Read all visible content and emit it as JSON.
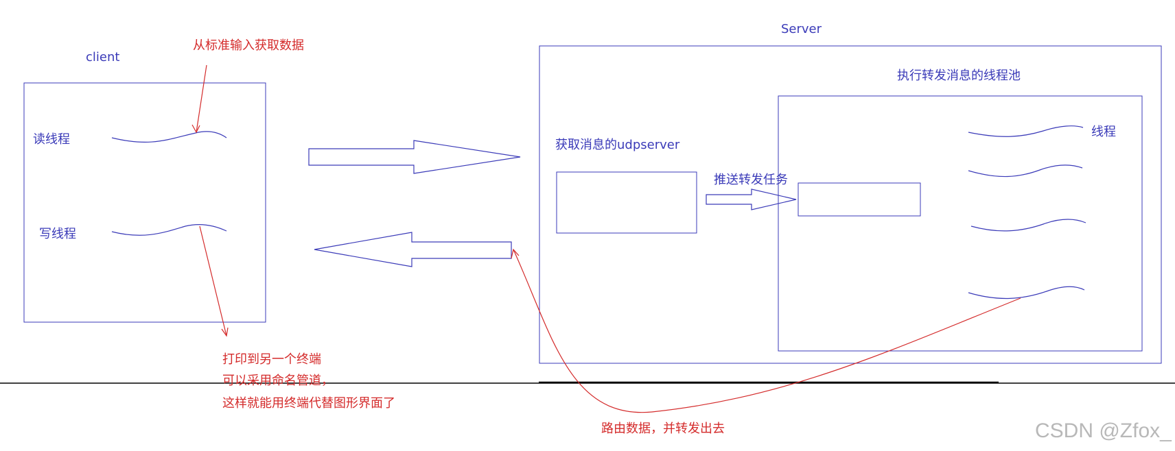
{
  "client": {
    "title": "client",
    "read_thread": "读线程",
    "write_thread": "写线程"
  },
  "server": {
    "title": "Server",
    "udpserver_label": "获取消息的udpserver",
    "push_task": "推送转发任务",
    "pool_label": "执行转发消息的线程池",
    "thread_label": "线程"
  },
  "annotations": {
    "stdin": "从标准输入获取数据",
    "print_line1": "打印到另一个终端",
    "print_line2": "可以采用命名管道，",
    "print_line3": "这样就能用终端代替图形界面了",
    "route": "路由数据，并转发出去"
  },
  "watermark": "CSDN @Zfox_",
  "colors": {
    "blue": "#3a3ab8",
    "red": "#d42b2b",
    "line": "#000000"
  }
}
